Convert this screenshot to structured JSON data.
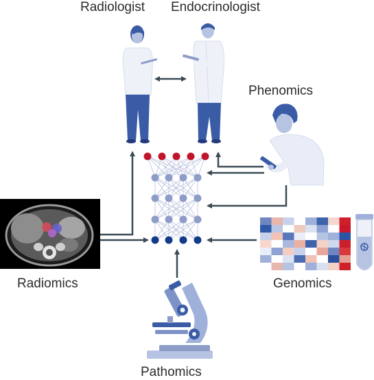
{
  "labels": {
    "radiologist": "Radiologist",
    "endocrinologist": "Endocrinologist",
    "phenomics": "Phenomics",
    "radiomics": "Radiomics",
    "genomics": "Genomics",
    "pathomics": "Pathomics"
  },
  "network": {
    "layers": [
      {
        "role": "output",
        "nodes": 5,
        "color": "#c0142b"
      },
      {
        "role": "hidden",
        "nodes": 4,
        "color": "#8e9cc8"
      },
      {
        "role": "hidden",
        "nodes": 4,
        "color": "#8e9cc8"
      },
      {
        "role": "hidden",
        "nodes": 4,
        "color": "#8e9cc8"
      },
      {
        "role": "input",
        "nodes": 4,
        "color": "#123b88"
      }
    ],
    "edge_color": "#b7c0de"
  },
  "colors": {
    "figure_blue": "#3a5ba5",
    "figure_light": "#eef1f8",
    "skin": "#b7c3e2",
    "arrow": "#3b4a55",
    "scope_blue": "#7d93c7"
  },
  "heatmap": {
    "colors": [
      [
        "#6f86c1",
        "#e7b7ad",
        "#c7d2ea",
        "#ffffff",
        "#9fb1db",
        "#3d63ad",
        "#f4d8d0",
        "#cf1f2a"
      ],
      [
        "#2f5aa8",
        "#b9c6e6",
        "#ffffff",
        "#f0c9be",
        "#dbe2f2",
        "#8ea2d4",
        "#ffffff",
        "#c8182a"
      ],
      [
        "#c6d1eb",
        "#f3c4b6",
        "#5b77bb",
        "#e9eef8",
        "#ffffff",
        "#b6c4e4",
        "#9fb1db",
        "#2a55a5"
      ],
      [
        "#f7d7cd",
        "#ffffff",
        "#a8b8df",
        "#eab1a2",
        "#3d63ad",
        "#f5d2c8",
        "#cfd9ee",
        "#cd1e2b"
      ],
      [
        "#e9eef8",
        "#8ea2d4",
        "#f4cdc2",
        "#c6d1eb",
        "#ffffff",
        "#e7a79a",
        "#6f86c1",
        "#d83a3c"
      ],
      [
        "#9fb1db",
        "#ffffff",
        "#dbe2f2",
        "#4a6db2",
        "#f0c2b5",
        "#ffffff",
        "#2a4f9c",
        "#e6a093"
      ],
      [
        "#ffffff",
        "#e7b7ad",
        "#b6c4e4",
        "#ffffff",
        "#9fb1db",
        "#d9e1f1",
        "#f3d0c5",
        "#cf1f2a"
      ]
    ]
  }
}
